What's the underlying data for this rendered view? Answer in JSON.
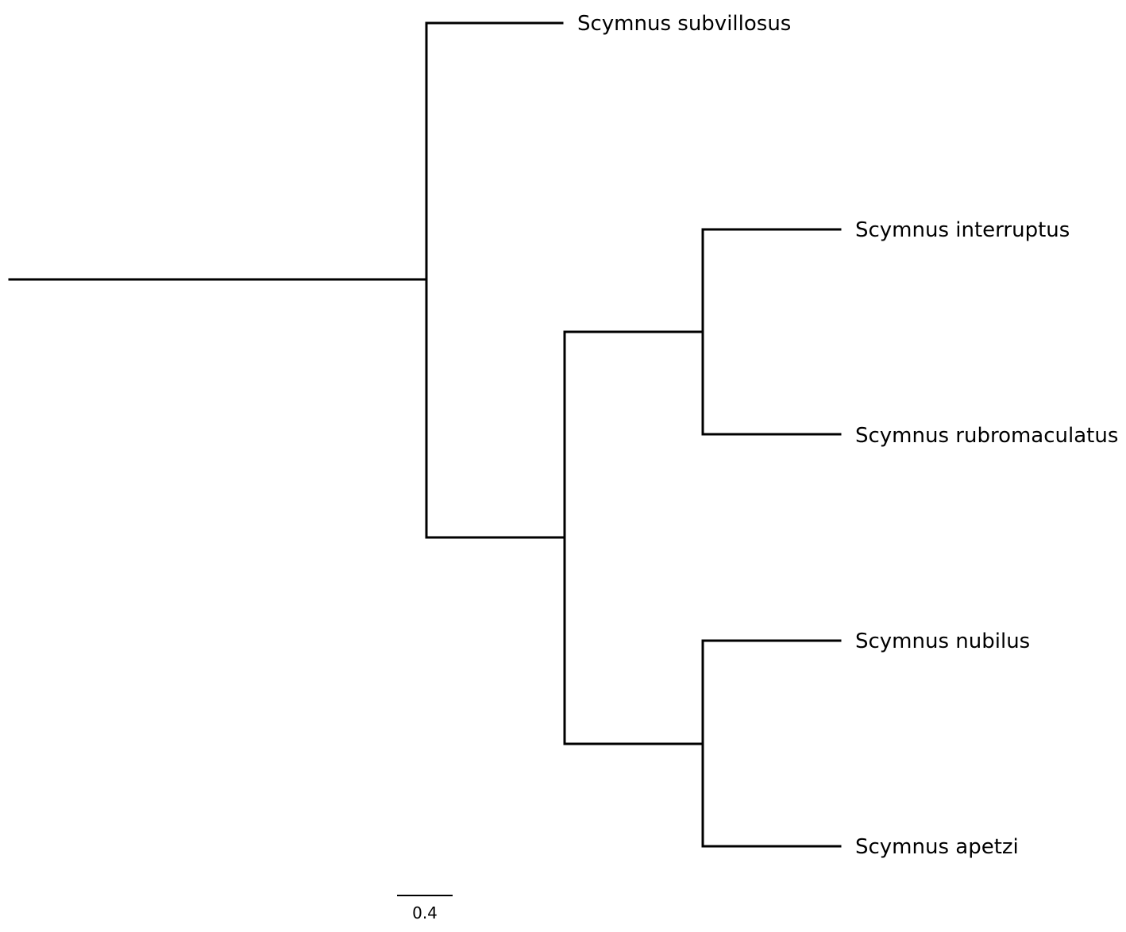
{
  "tree": {
    "taxa": [
      "Scymnus subvillosus",
      "Scymnus interruptus",
      "Scymnus rubromaculatus",
      "Scymnus nubilus",
      "Scymnus apetzi"
    ],
    "scale_bar": {
      "label": "0.4",
      "length": 0.4
    },
    "colors": {
      "line": "#000000",
      "text": "#000000",
      "background": "#ffffff"
    }
  }
}
